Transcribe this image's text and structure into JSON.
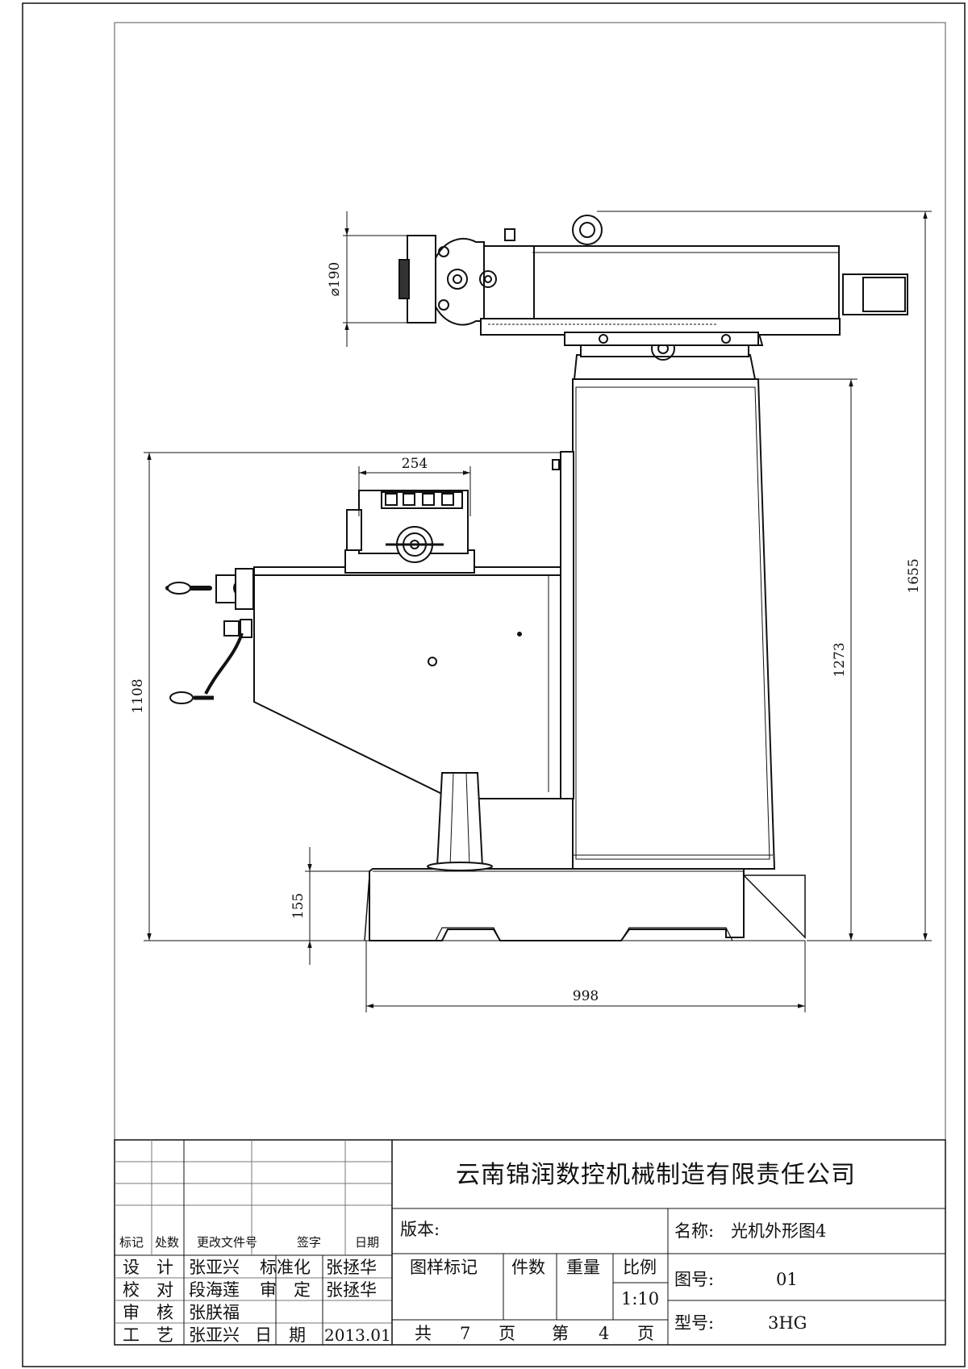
{
  "dimensions": {
    "d190": "⌀190",
    "d254": "254",
    "d1655": "1655",
    "d1273": "1273",
    "d1108": "1108",
    "d155": "155",
    "d998": "998"
  },
  "title_block": {
    "company": "云南锦润数控机械制造有限责任公司",
    "rev_headers": [
      "标记",
      "处数",
      "更改文件号",
      "签字",
      "日期"
    ],
    "sign": {
      "design_label": "设　计",
      "design_name": "张亚兴",
      "standard_label": "标准化",
      "standard_name": "张拯华",
      "check_label": "校　对",
      "check_name": "段海莲",
      "approve_label": "审　定",
      "approve_name": "张拯华",
      "review_label": "审　核",
      "review_name": "张朕福",
      "process_label": "工　艺",
      "process_name": "张亚兴",
      "date_label": "日　期",
      "date_value": "2013.01"
    },
    "version_label": "版本:",
    "mark_header": "图样标记",
    "qty_header": "件数",
    "weight_header": "重量",
    "scale_header": "比例",
    "scale_value": "1:10",
    "total_label": "共",
    "total_value": "7",
    "page_word": "页",
    "sheet_label": "第",
    "sheet_value": "4",
    "sheet_word": "页",
    "name_label": "名称:",
    "name_value": "光机外形图4",
    "drawing_no_label": "图号:",
    "drawing_no_value": "01",
    "model_label": "型号:",
    "model_value": "3HG"
  }
}
